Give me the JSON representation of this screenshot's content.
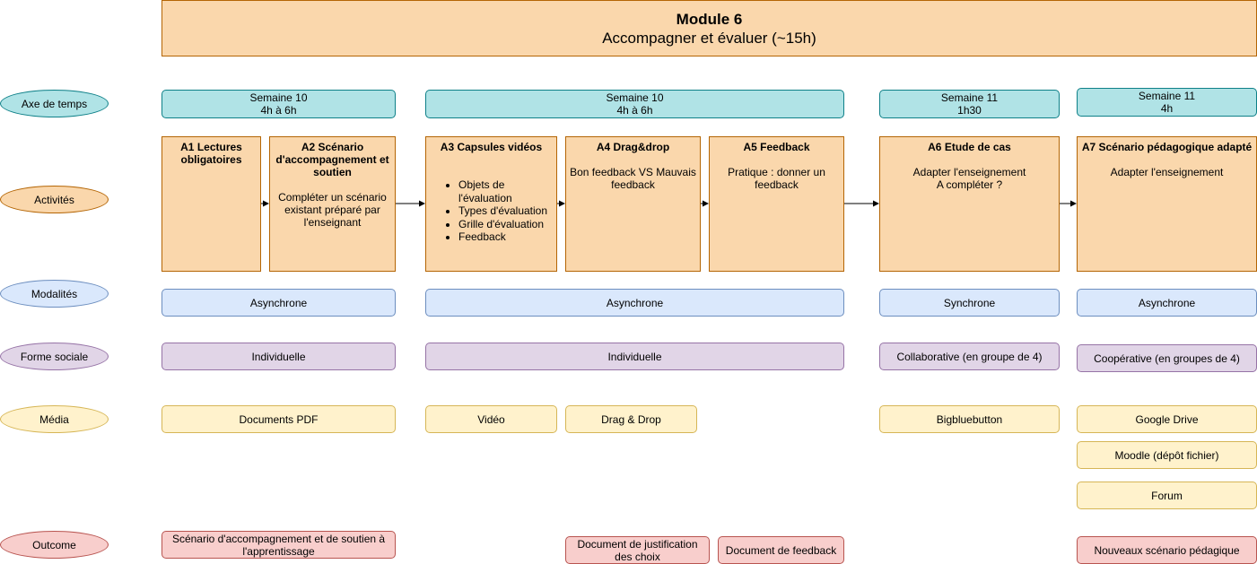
{
  "header": {
    "title": "Module 6",
    "subtitle": "Accompagner et évaluer (~15h)"
  },
  "rows": {
    "time": "Axe de temps",
    "activities": "Activités",
    "modalities": "Modalités",
    "social": "Forme sociale",
    "media": "Média",
    "outcome": "Outcome"
  },
  "weeks": [
    {
      "label": "Semaine 10",
      "duration": "4h à 6h"
    },
    {
      "label": "Semaine 10",
      "duration": "4h à 6h"
    },
    {
      "label": "Semaine 11",
      "duration": "1h30"
    },
    {
      "label": "Semaine 11",
      "duration": "4h"
    }
  ],
  "activities": [
    {
      "title": "A1 Lectures obligatoires",
      "desc": ""
    },
    {
      "title": "A2 Scénario d'accompagnement et soutien",
      "desc": "Compléter un scénario existant préparé par l'enseignant"
    },
    {
      "title": "A3 Capsules vidéos",
      "items": [
        "Objets de l'évaluation",
        "Types d'évaluation",
        "Grille d'évaluation",
        "Feedback"
      ]
    },
    {
      "title": "A4 Drag&drop",
      "desc": "Bon feedback VS Mauvais feedback"
    },
    {
      "title": "A5 Feedback",
      "desc": "Pratique : donner un feedback"
    },
    {
      "title": "A6 Etude de cas",
      "desc": "Adapter l'enseignement",
      "desc2": "A compléter ?"
    },
    {
      "title": "A7 Scénario pédagogique adapté",
      "desc": "Adapter l'enseignement"
    }
  ],
  "modalities": [
    "Asynchrone",
    "Asynchrone",
    "Synchrone",
    "Asynchrone"
  ],
  "social": [
    "Individuelle",
    "Individuelle",
    "Collaborative (en groupe de 4)",
    "Coopérative (en groupes de 4)"
  ],
  "media": [
    "Documents PDF",
    "Vidéo",
    "Drag & Drop",
    "Bigbluebutton",
    "Google Drive",
    "Moodle (dépôt fichier)",
    "Forum"
  ],
  "outcomes": [
    "Scénario d'accompagnement et de soutien à l'apprentissage",
    "Document de justification des choix",
    "Document de feedback",
    "Nouveaux scénario pédagique"
  ]
}
